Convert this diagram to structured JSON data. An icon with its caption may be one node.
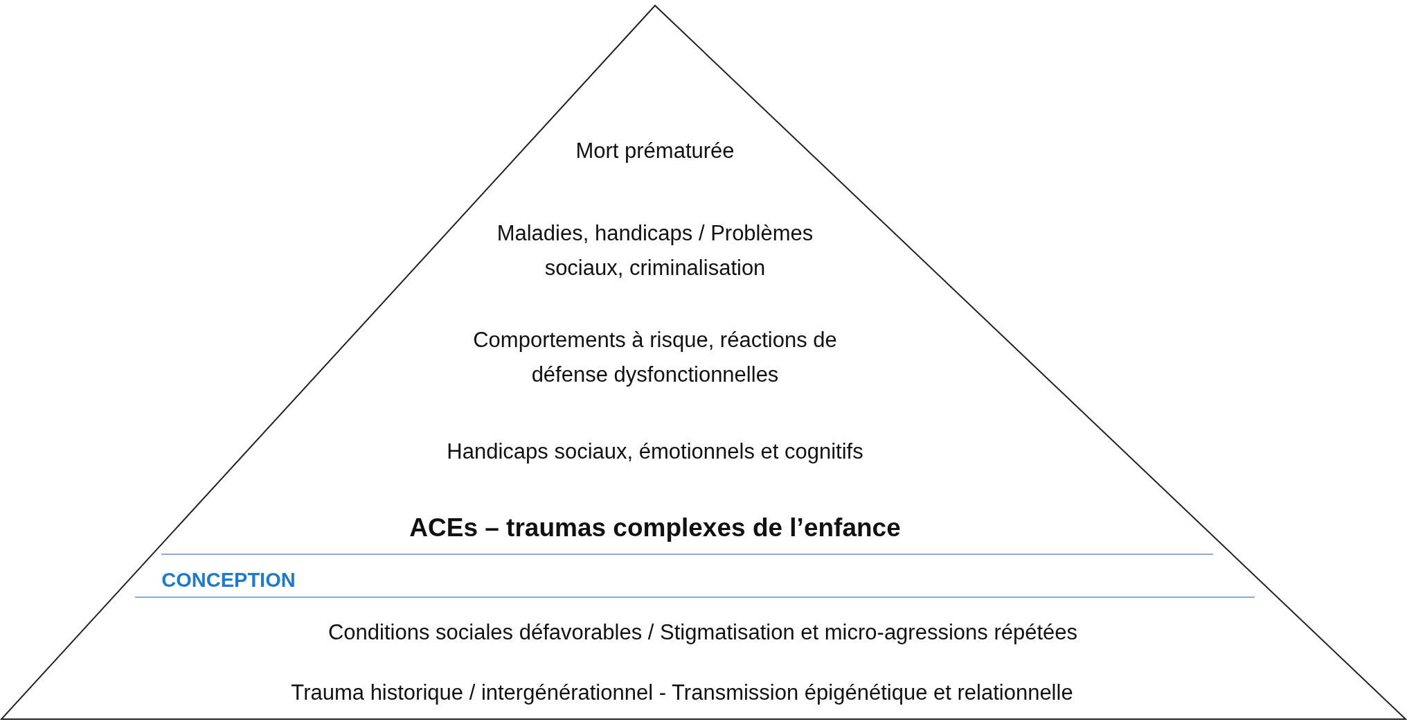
{
  "diagram": {
    "nodes": [
      {
        "text": [
          "Mort prématurée",
          "Maladies, handicaps / Problèmes sociaux, criminalisation",
          "Comportements à risque, réactions de défense dysfonctionnelles",
          "Handicaps sociaux, émotionnels et cognitifs",
          "ACEs – traumas complexes de l’enfance",
          "CONCEPTION",
          "Conditions sociales défavorables / Stigmatisation et micro-agressions répétées",
          "Trauma historique / intergénérationnel - Transmission épigénétique et relationnelle"
        ]
      }
    ],
    "edges": []
  }
}
